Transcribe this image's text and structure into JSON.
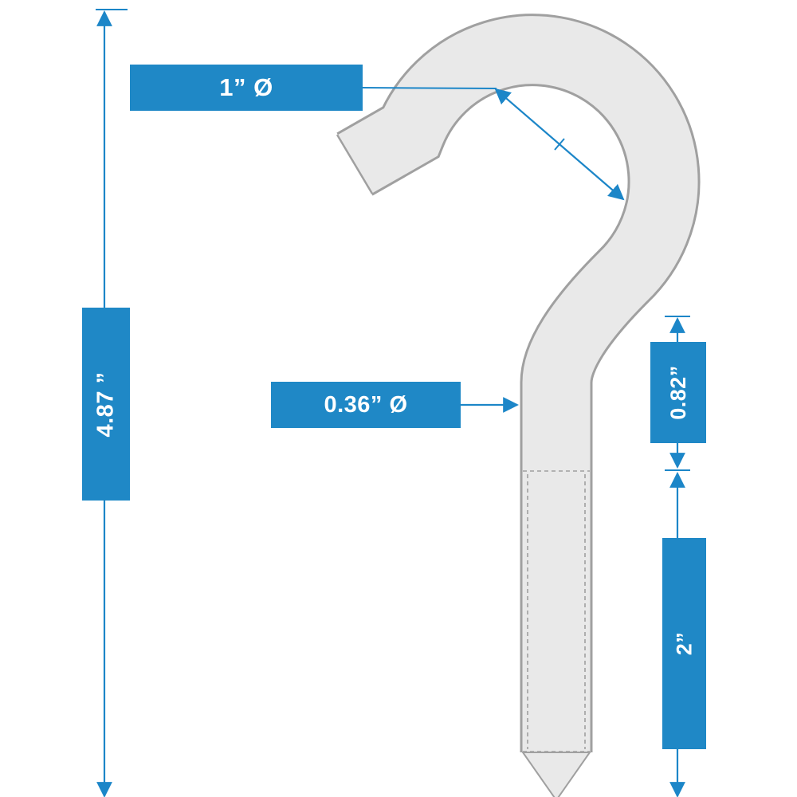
{
  "labels": {
    "hook_opening_diameter": "1” Ø",
    "overall_length": "4.87 ”",
    "shaft_diameter": "0.36” Ø",
    "neck_length": "0.82”",
    "thread_length": "2”"
  },
  "colors": {
    "accent": "#1c86c8",
    "label_bg": "#1f88c6",
    "label_text": "#ffffff",
    "part_fill": "#e9e9e9",
    "part_outline": "#a0a0a0",
    "background": "#ffffff"
  }
}
